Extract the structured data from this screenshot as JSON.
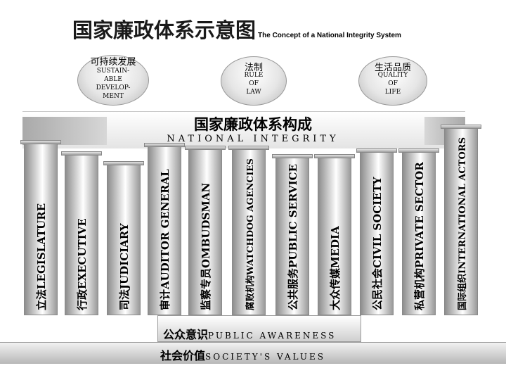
{
  "title": {
    "cn": "国家廉政体系示意图",
    "en": "The Concept of a National Integrity System"
  },
  "domes": [
    {
      "cn": "可持续发展",
      "en": "SUSTAIN-\nABLE\nDEVELOP-\nMENT"
    },
    {
      "cn": "法制",
      "en": "RULE\nOF\nLAW"
    },
    {
      "cn": "生活品质",
      "en": "QUALITY\nOF\nLIFE"
    }
  ],
  "beam": {
    "cn": "国家廉政体系构成",
    "en": "NATIONAL INTEGRITY"
  },
  "pillars": [
    {
      "cn": "立法",
      "en": "LEGISLATURE"
    },
    {
      "cn": "行政",
      "en": "EXECUTIVE"
    },
    {
      "cn": "司法",
      "en": "JUDICIARY"
    },
    {
      "cn": "审计",
      "en": "AUDITOR GENERAL"
    },
    {
      "cn": "监察专员",
      "en": "OMBUDSMAN"
    },
    {
      "cn": "腐败机构",
      "en": "WATCHDOG AGENCIES"
    },
    {
      "cn": "公共服务",
      "en": "PUBLIC SERVICE"
    },
    {
      "cn": "大众传媒",
      "en": "MEDIA"
    },
    {
      "cn": "公民社会",
      "en": "CIVIL SOCIETY"
    },
    {
      "cn": "私营机构",
      "en": "PRIVATE SECTOR"
    },
    {
      "cn": "国际组织",
      "en": "INTERNATIONAL ACTORS"
    }
  ],
  "base": {
    "awareness": {
      "cn": "公众意识",
      "en": "PUBLIC AWARENESS"
    },
    "values": {
      "cn": "社会价值",
      "en": "SOCIETY'S VALUES"
    }
  }
}
